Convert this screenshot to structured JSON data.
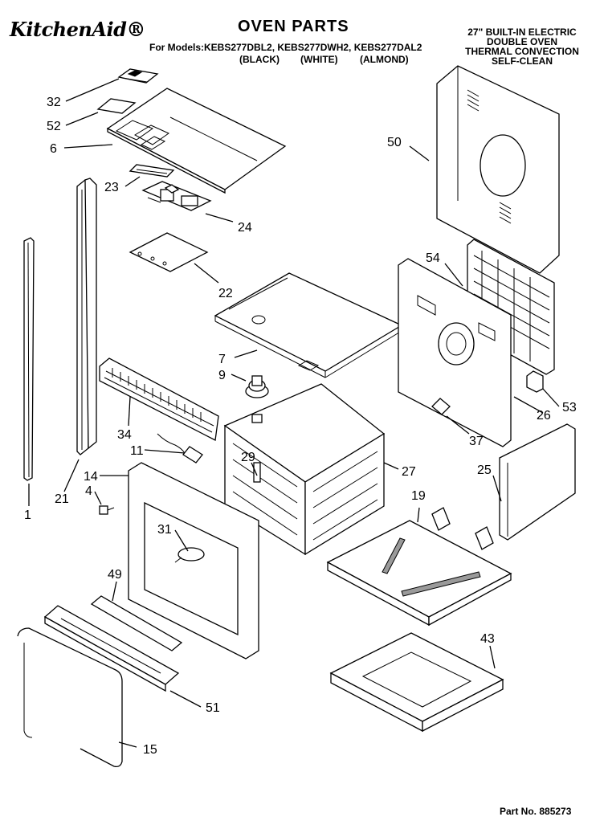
{
  "header": {
    "brand": "KitchenAid®",
    "title": "OVEN PARTS",
    "models_line": "For Models:KEBS277DBL2, KEBS277DWH2, KEBS277DAL2",
    "colors": [
      "(BLACK)",
      "(WHITE)",
      "(ALMOND)"
    ],
    "description": [
      "27\" BUILT-IN ELECTRIC",
      "DOUBLE OVEN",
      "THERMAL CONVECTION",
      "SELF-CLEAN"
    ]
  },
  "footer": {
    "part_number": "Part No. 885273"
  },
  "callouts": {
    "c32": "32",
    "c52": "52",
    "c6": "6",
    "c23": "23",
    "c24": "24",
    "c22": "22",
    "c7": "7",
    "c9": "9",
    "c34": "34",
    "c11": "11",
    "c1": "1",
    "c21": "21",
    "c14": "14",
    "c4": "4",
    "c29": "29",
    "c27": "27",
    "c31": "31",
    "c49": "49",
    "c51": "51",
    "c15": "15",
    "c50": "50",
    "c54": "54",
    "c53": "53",
    "c26": "26",
    "c37": "37",
    "c25": "25",
    "c19": "19",
    "c43": "43"
  }
}
